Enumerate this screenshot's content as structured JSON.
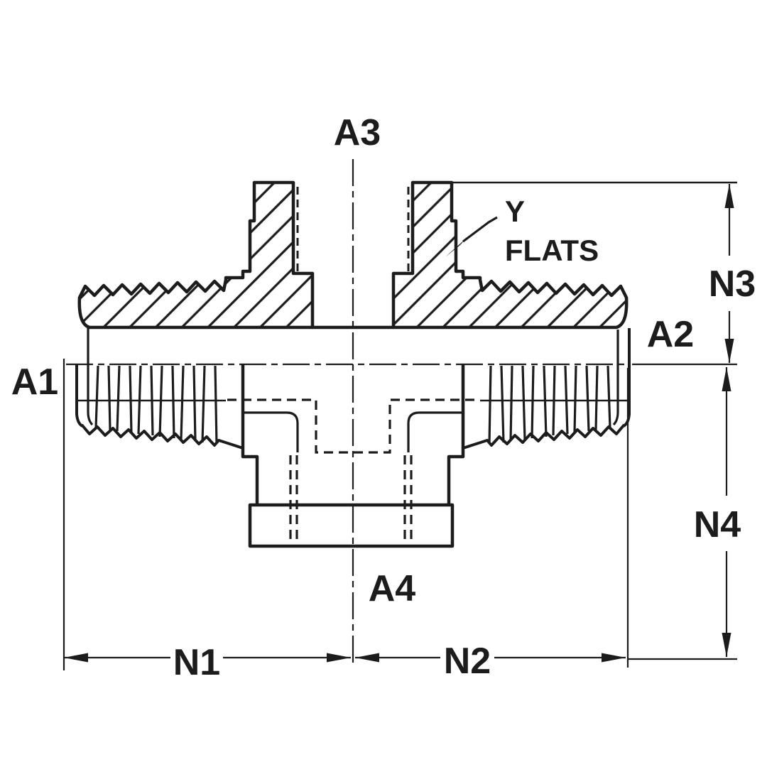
{
  "drawing": {
    "kind": "fitting-cross-section-technical-drawing",
    "port_labels": {
      "a1": "A1",
      "a2": "A2",
      "a3": "A3",
      "a4": "A4"
    },
    "dimension_labels": {
      "n1": "N1",
      "n2": "N2",
      "n3": "N3",
      "n4": "N4"
    },
    "callout": {
      "y": "Y",
      "flats": "FLATS"
    }
  },
  "colors": {
    "ink": "#1c1c1c",
    "paper": "#ffffff"
  }
}
